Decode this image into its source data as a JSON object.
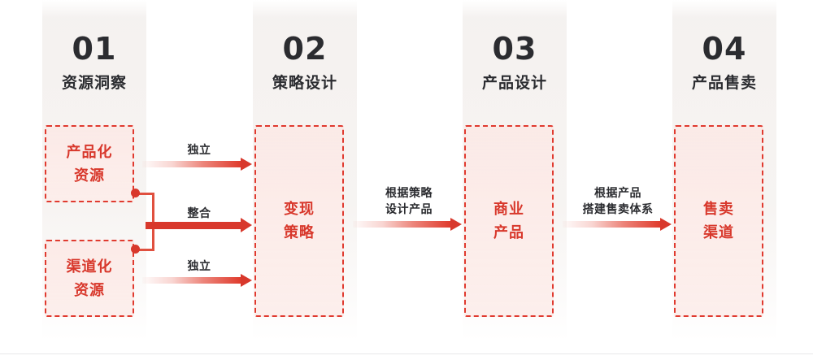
{
  "theme": {
    "accent_red": "#d8382c",
    "node_fill": "#fbe8e5",
    "panel_fill": "#f4f1ef",
    "text_dark": "#2b2c30"
  },
  "stages": [
    {
      "number": "01",
      "name": "资源洞察"
    },
    {
      "number": "02",
      "name": "策略设计"
    },
    {
      "number": "03",
      "name": "产品设计"
    },
    {
      "number": "04",
      "name": "产品售卖"
    }
  ],
  "nodes": [
    {
      "id": "productized-resource",
      "label": "产品化\n资源"
    },
    {
      "id": "channelized-resource",
      "label": "渠道化\n资源"
    },
    {
      "id": "monetization-strategy",
      "label": "变现\n策略"
    },
    {
      "id": "commercial-product",
      "label": "商业\n产品"
    },
    {
      "id": "sales-channel",
      "label": "售卖\n渠道"
    }
  ],
  "connectors": [
    {
      "id": "independent-top",
      "label": "独立",
      "style": "fade"
    },
    {
      "id": "integrate-middle",
      "label": "整合",
      "style": "solid"
    },
    {
      "id": "independent-bottom",
      "label": "独立",
      "style": "fade"
    },
    {
      "id": "strategy-to-product",
      "label": "根据策略\n设计产品",
      "style": "fade"
    },
    {
      "id": "product-to-sales",
      "label": "根据产品\n搭建售卖体系",
      "style": "fade"
    }
  ]
}
